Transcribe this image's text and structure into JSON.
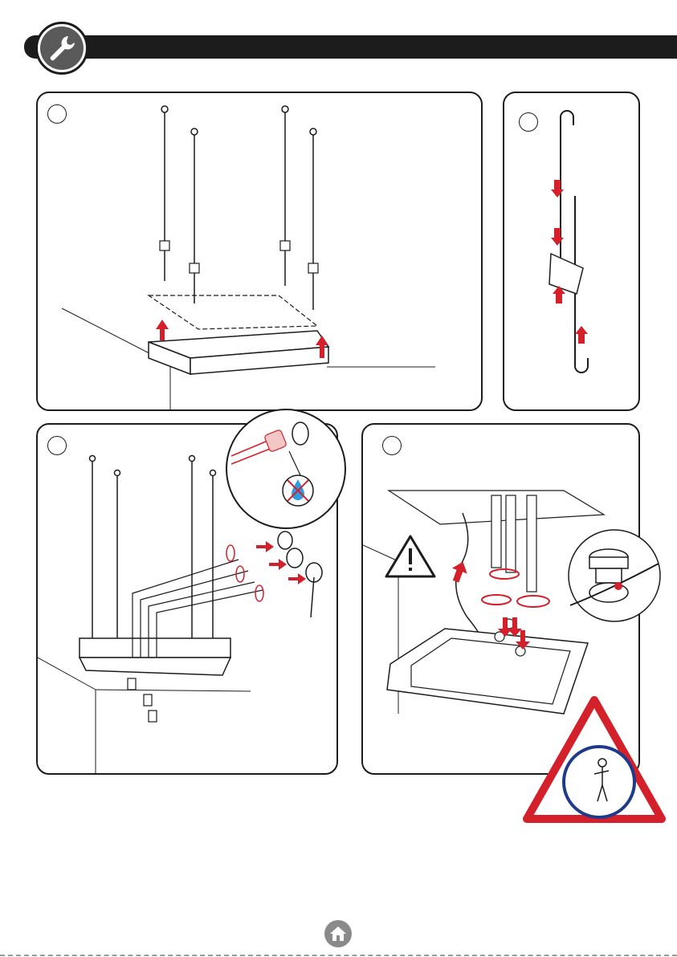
{
  "page": {
    "header_icon": "wrench-icon",
    "footer_icon": "home-icon"
  },
  "panels": [
    {
      "id": "panel-1",
      "icon": "step-circle"
    },
    {
      "id": "panel-2",
      "icon": "step-circle"
    },
    {
      "id": "panel-3",
      "icon": "step-circle"
    },
    {
      "id": "panel-4",
      "icon": "step-circle"
    }
  ],
  "warnings": {
    "general_warning_icon": "warning-triangle-icon",
    "no_water_icon": "no-water-icon",
    "two_person_icon": "person-warning-icon"
  },
  "colors": {
    "ink": "#1c1c1c",
    "accent_red": "#d3202a",
    "warning_blue": "#1e3a8a",
    "drop_blue": "#2f9be0"
  }
}
